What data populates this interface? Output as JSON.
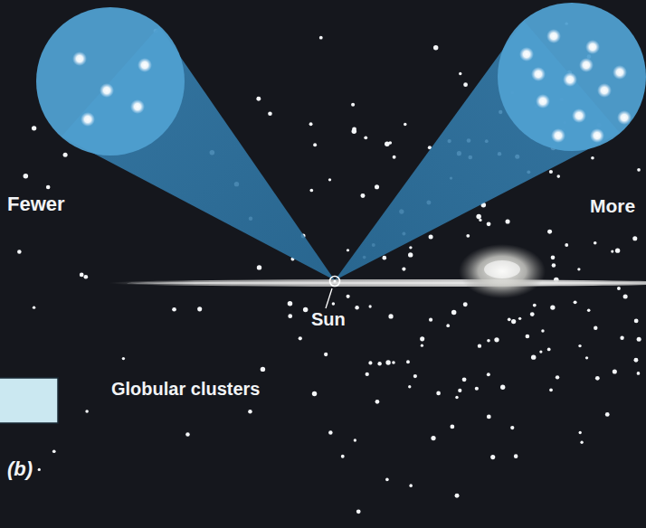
{
  "diagram": {
    "labels": [
      "Fewer",
      "More",
      "Sun",
      "Globular clusters",
      "(b)"
    ]
  }
}
